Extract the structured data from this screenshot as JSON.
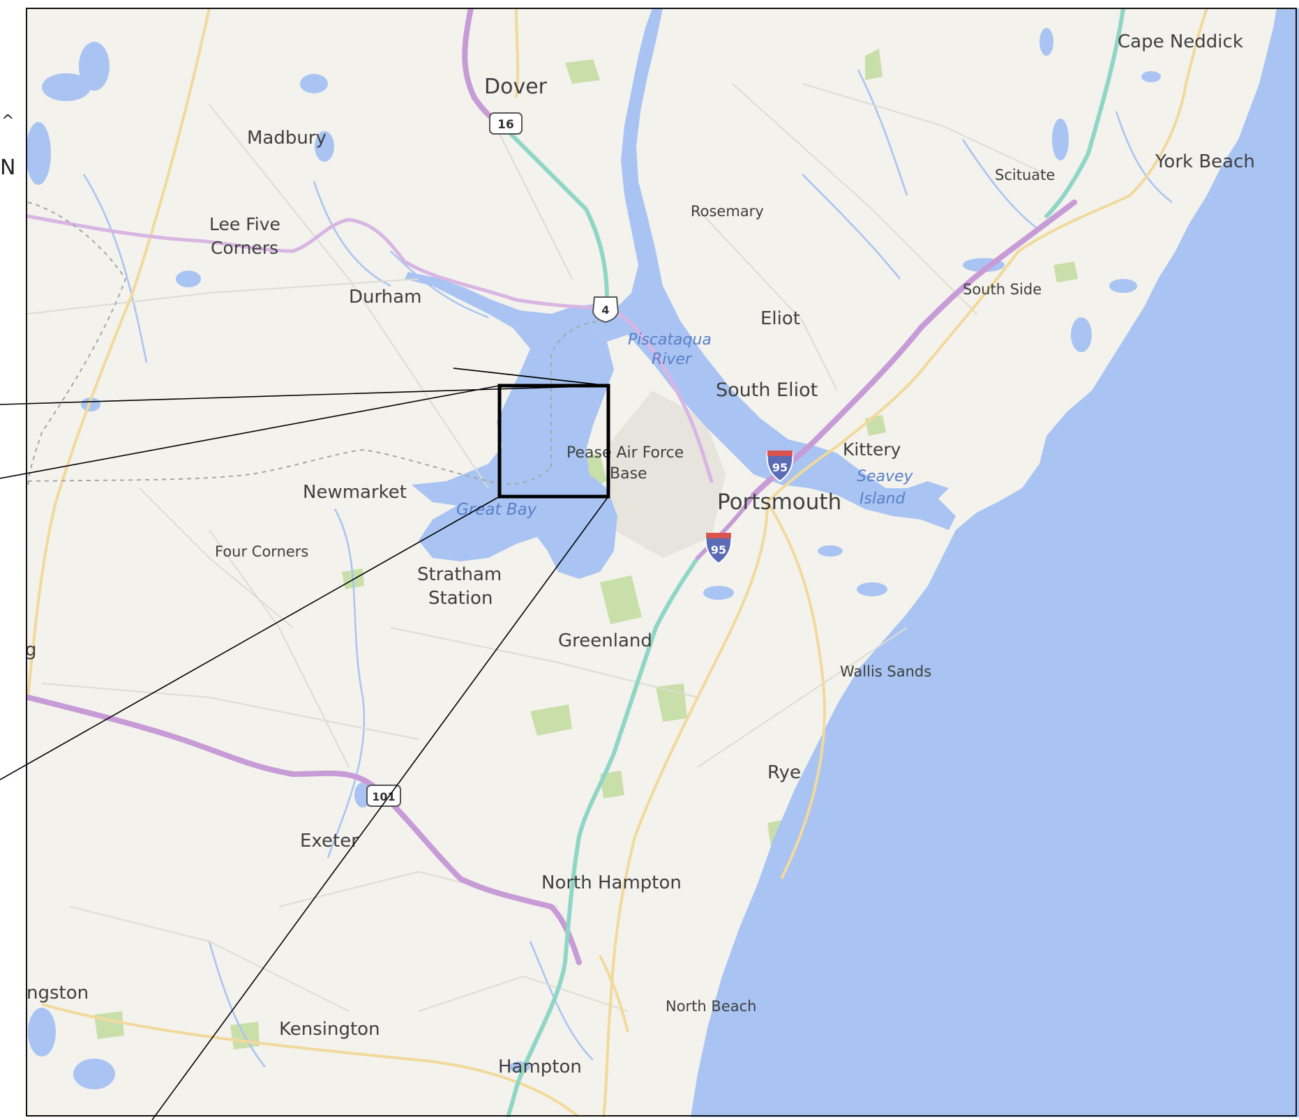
{
  "map": {
    "colors": {
      "land": "#f3f2ec",
      "water": "#a9c4f2",
      "interstate": "#8fd6c6",
      "us_highway": "#c79bd6",
      "state_road": "#f2d99c",
      "park": "#c9dfaa",
      "airbase": "#e6e4dc",
      "frame": "#111111",
      "zoom_box": "#000000",
      "callout_line": "#000000"
    },
    "towns": [
      {
        "name": "Dover"
      },
      {
        "name": "Madbury"
      },
      {
        "name": "Lee Five"
      },
      {
        "name": "Corners"
      },
      {
        "name": "Durham"
      },
      {
        "name": "Rosemary"
      },
      {
        "name": "Eliot"
      },
      {
        "name": "South Eliot"
      },
      {
        "name": "Scituate"
      },
      {
        "name": "York Beach"
      },
      {
        "name": "Cape Neddick"
      },
      {
        "name": "South Side"
      },
      {
        "name": "Kittery"
      },
      {
        "name": "Portsmouth"
      },
      {
        "name": "Newmarket"
      },
      {
        "name": "Four Corners"
      },
      {
        "name": "Stratham"
      },
      {
        "name": "Station"
      },
      {
        "name": "Greenland"
      },
      {
        "name": "Wallis Sands"
      },
      {
        "name": "Rye"
      },
      {
        "name": "Exeter"
      },
      {
        "name": "North Hampton"
      },
      {
        "name": "North Beach"
      },
      {
        "name": "Kensington"
      },
      {
        "name": "Hampton"
      },
      {
        "name": "ngston"
      },
      {
        "name": "g"
      }
    ],
    "poi": [
      {
        "name": "Pease Air Force"
      },
      {
        "name": "Base"
      }
    ],
    "water_labels": [
      {
        "name": "Piscataqua"
      },
      {
        "name": "River"
      },
      {
        "name": "Great Bay"
      },
      {
        "name": "Seavey"
      },
      {
        "name": "Island"
      }
    ],
    "route_shields": [
      {
        "number": "16",
        "kind": "state-route"
      },
      {
        "number": "4",
        "kind": "us-route"
      },
      {
        "number": "101",
        "kind": "state-route"
      },
      {
        "number": "95",
        "kind": "interstate"
      },
      {
        "number": "95",
        "kind": "interstate"
      }
    ],
    "edge_fragments": [
      {
        "text": "^"
      },
      {
        "text": "N"
      }
    ]
  }
}
